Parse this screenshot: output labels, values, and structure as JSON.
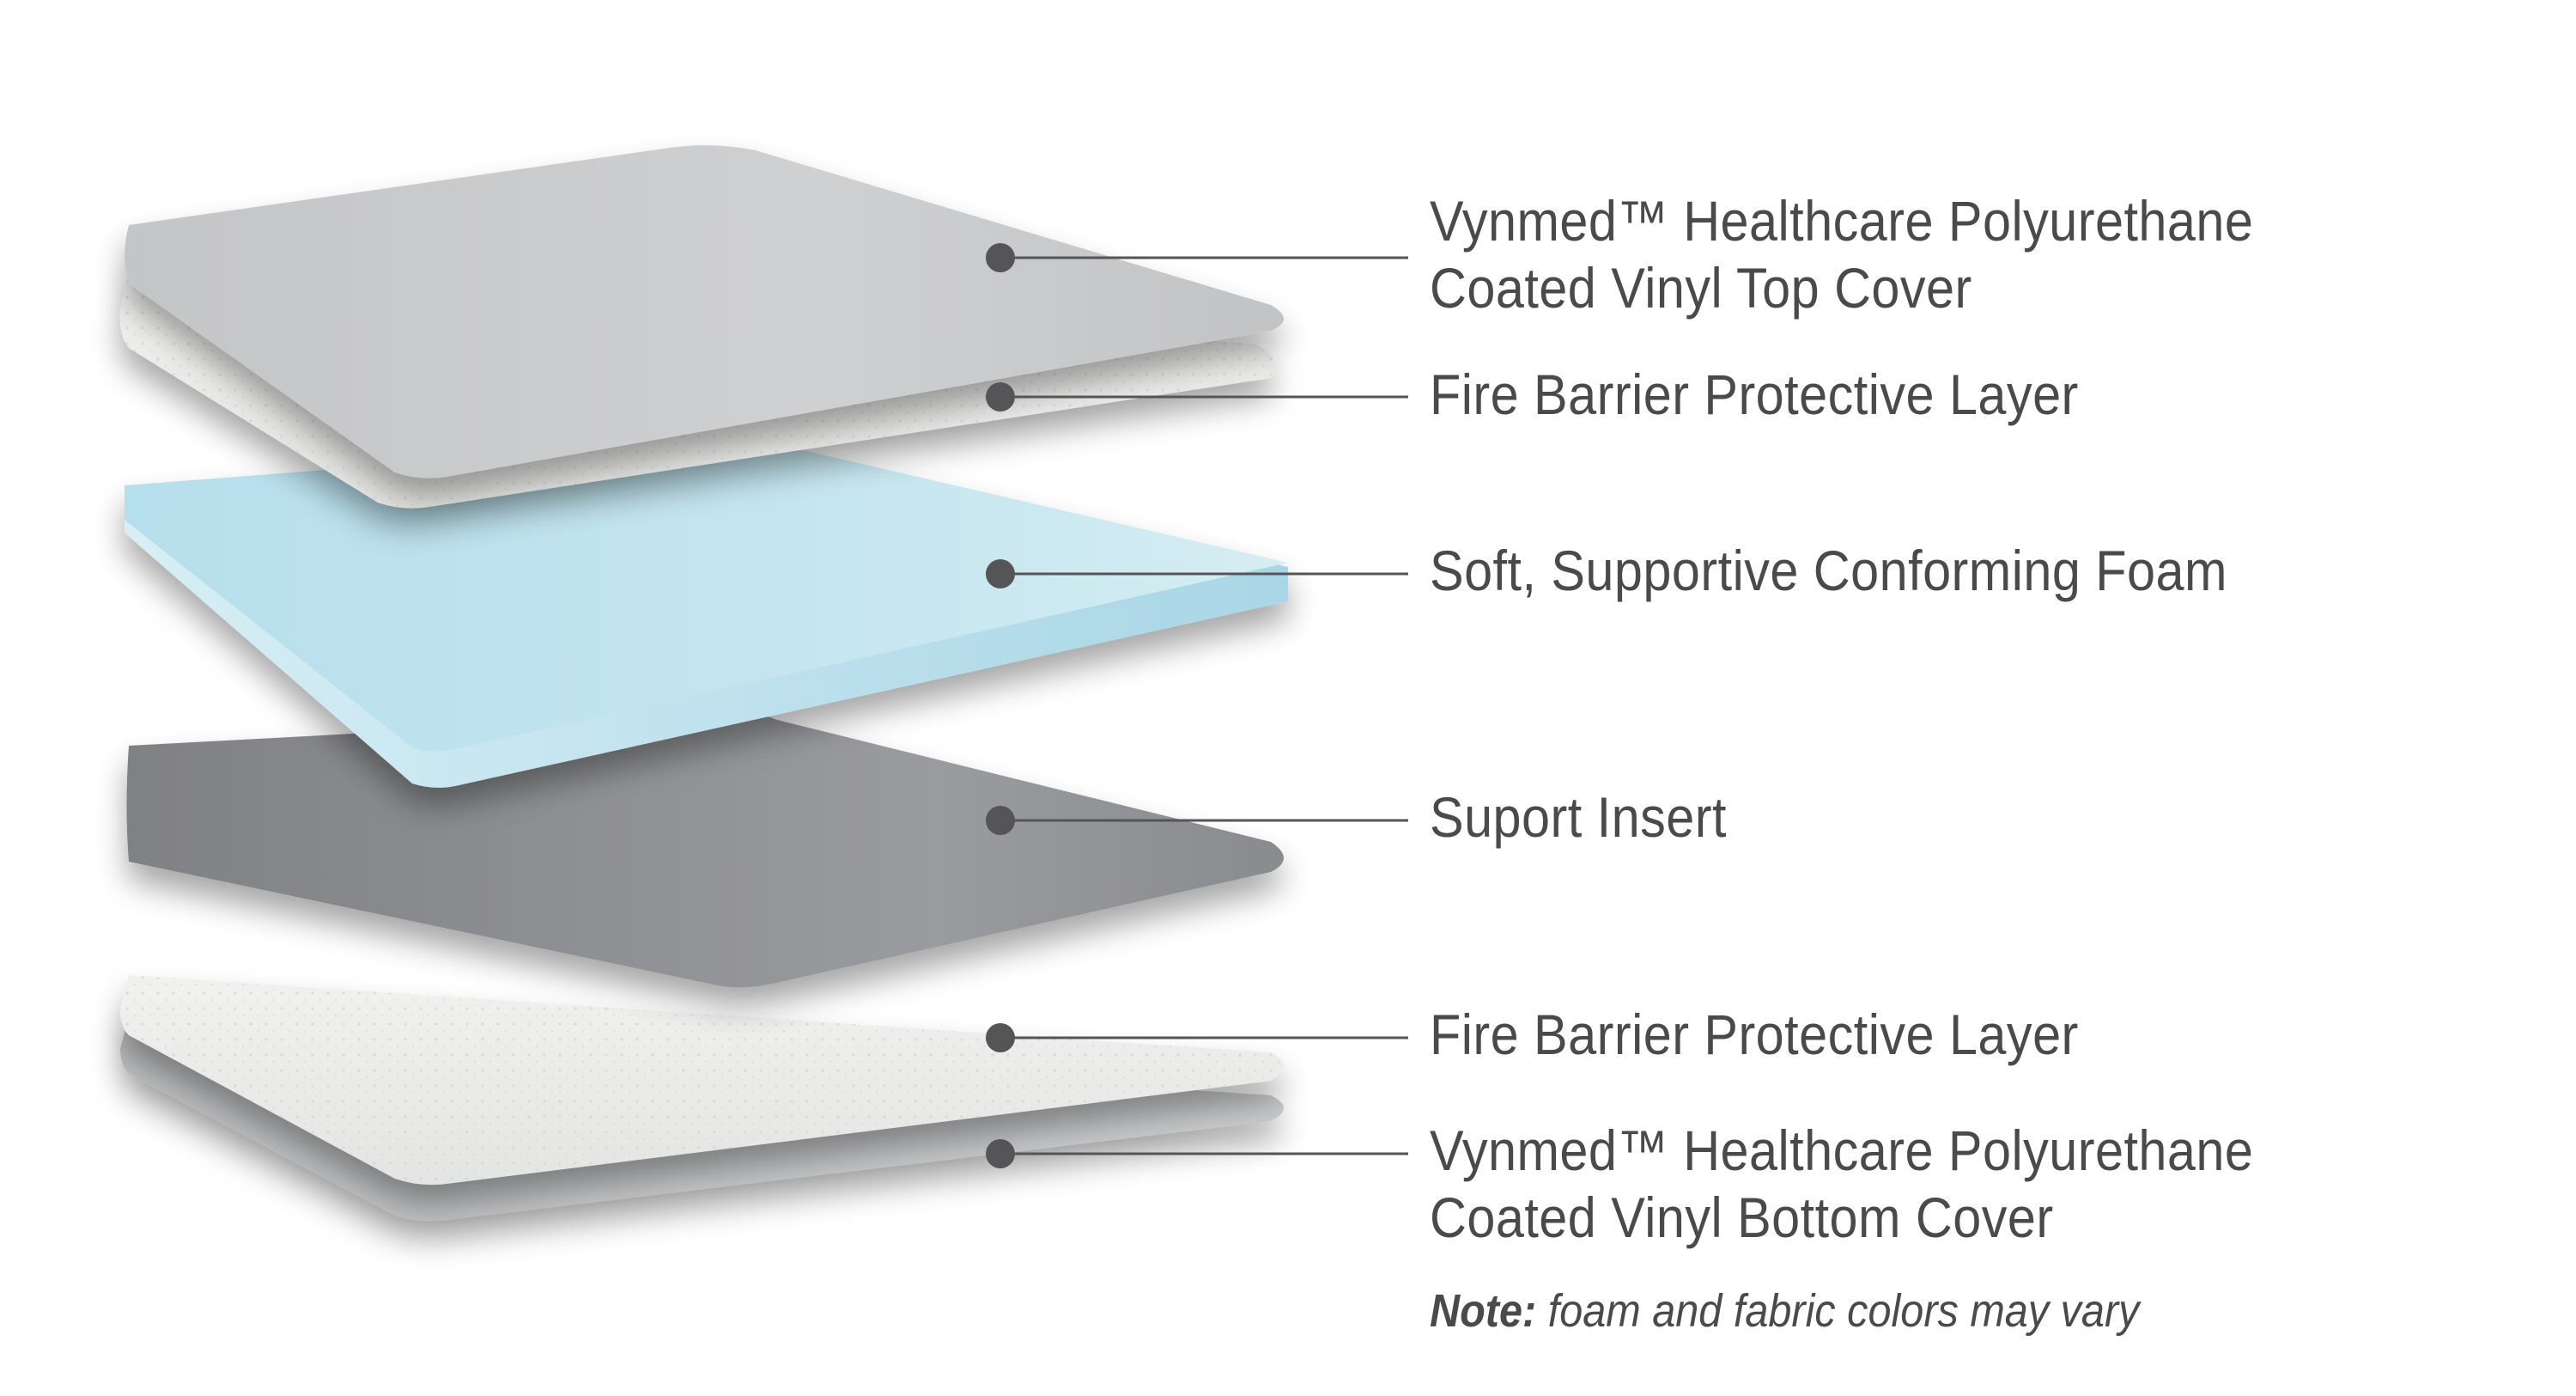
{
  "layers": [
    {
      "id": "top-cover",
      "lines": [
        "Vynmed™ Healthcare Polyurethane",
        "Coated Vinyl Top Cover"
      ]
    },
    {
      "id": "fire-barrier-top",
      "lines": [
        "Fire Barrier Protective Layer"
      ]
    },
    {
      "id": "foam",
      "lines": [
        "Soft, Supportive Conforming Foam"
      ]
    },
    {
      "id": "support-insert",
      "lines": [
        "Suport Insert"
      ]
    },
    {
      "id": "fire-barrier-bottom",
      "lines": [
        "Fire Barrier Protective Layer"
      ]
    },
    {
      "id": "bottom-cover",
      "lines": [
        "Vynmed™ Healthcare Polyurethane",
        "Coated Vinyl Bottom Cover"
      ]
    }
  ],
  "note": {
    "prefix": "Note:",
    "text": " foam and fabric colors may vary"
  },
  "colors": {
    "cover_gray": "#c9cacc",
    "fire_barrier": "#eeeeec",
    "foam_blue": "#bfe3ee",
    "insert_gray": "#8e8f92",
    "text": "#4a4a4a",
    "dot": "#555557"
  }
}
